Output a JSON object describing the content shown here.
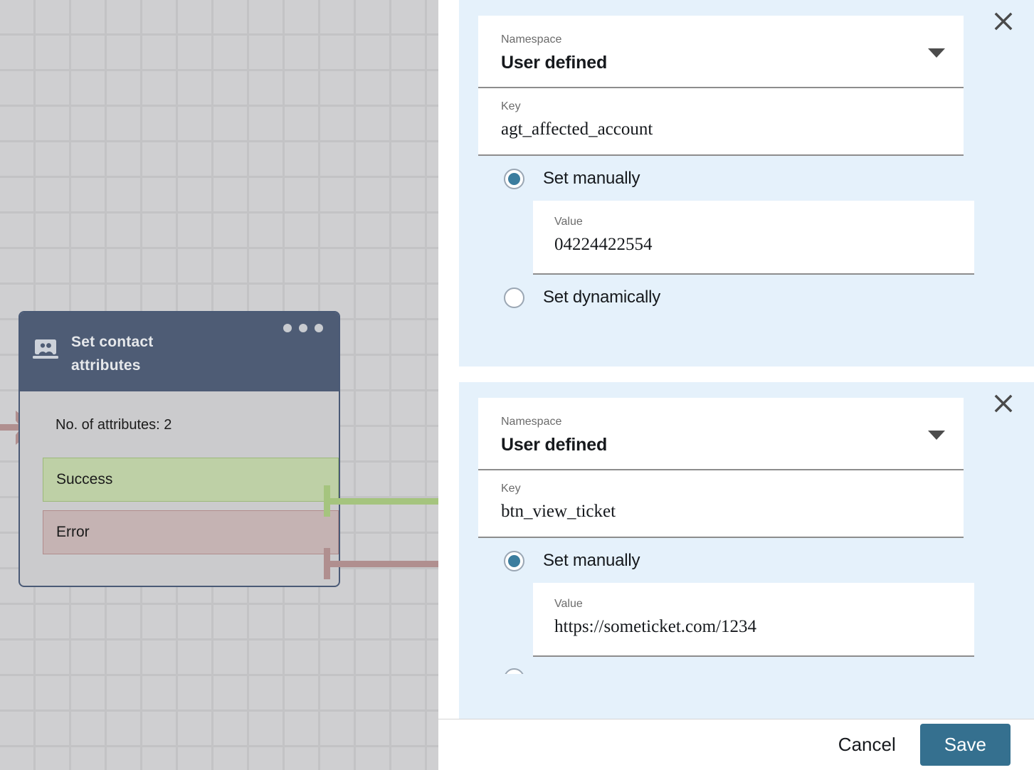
{
  "canvas": {
    "node": {
      "title": "Set contact attributes",
      "icon": "contact-attributes-icon",
      "menu_icon": "more-options-icon",
      "count_text": "No. of attributes: 2",
      "ports": [
        {
          "label": "Success",
          "color": "#bed0a6"
        },
        {
          "label": "Error",
          "color": "#c5b3b3"
        }
      ]
    }
  },
  "panel": {
    "attributes": [
      {
        "close_icon": "close-icon",
        "namespace_label": "Namespace",
        "namespace_value": "User defined",
        "namespace_caret": "chevron-down-icon",
        "key_label": "Key",
        "key_value": "agt_affected_account",
        "manual_label": "Set manually",
        "manual_selected": true,
        "value_label": "Value",
        "value_value": "04224422554",
        "dynamic_label": "Set dynamically",
        "dynamic_selected": false
      },
      {
        "close_icon": "close-icon",
        "namespace_label": "Namespace",
        "namespace_value": "User defined",
        "namespace_caret": "chevron-down-icon",
        "key_label": "Key",
        "key_value": "btn_view_ticket",
        "manual_label": "Set manually",
        "manual_selected": true,
        "value_label": "Value",
        "value_value": "https://someticket.com/1234"
      }
    ],
    "footer": {
      "cancel_label": "Cancel",
      "save_label": "Save"
    }
  },
  "colors": {
    "card_bg": "#e5f1fb",
    "accent": "#35708f",
    "radio_fill": "#3b7d9e",
    "node_header": "#4e5c75",
    "success": "#bed0a6",
    "error": "#c5b3b3"
  }
}
